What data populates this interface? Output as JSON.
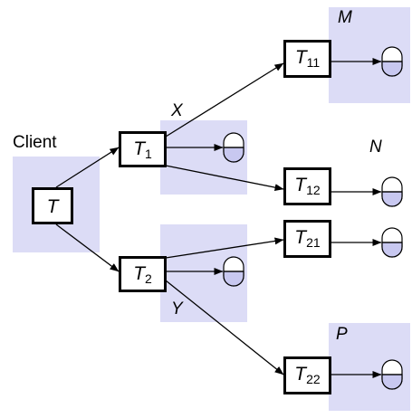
{
  "labels": {
    "client": "Client",
    "x": "X",
    "y": "Y",
    "m": "M",
    "n": "N",
    "p": "P"
  },
  "nodes": {
    "t": {
      "base": "T",
      "sub": ""
    },
    "t1": {
      "base": "T",
      "sub": "1"
    },
    "t2": {
      "base": "T",
      "sub": "2"
    },
    "t11": {
      "base": "T",
      "sub": "11"
    },
    "t12": {
      "base": "T",
      "sub": "12"
    },
    "t21": {
      "base": "T",
      "sub": "21"
    },
    "t22": {
      "base": "T",
      "sub": "22"
    }
  },
  "colors": {
    "region_fill": "#dcdcf6",
    "database_fill": "#ffffff",
    "database_filled_half": "#c8c8f0",
    "stroke": "#000000"
  },
  "icons": [
    "database-icon"
  ]
}
